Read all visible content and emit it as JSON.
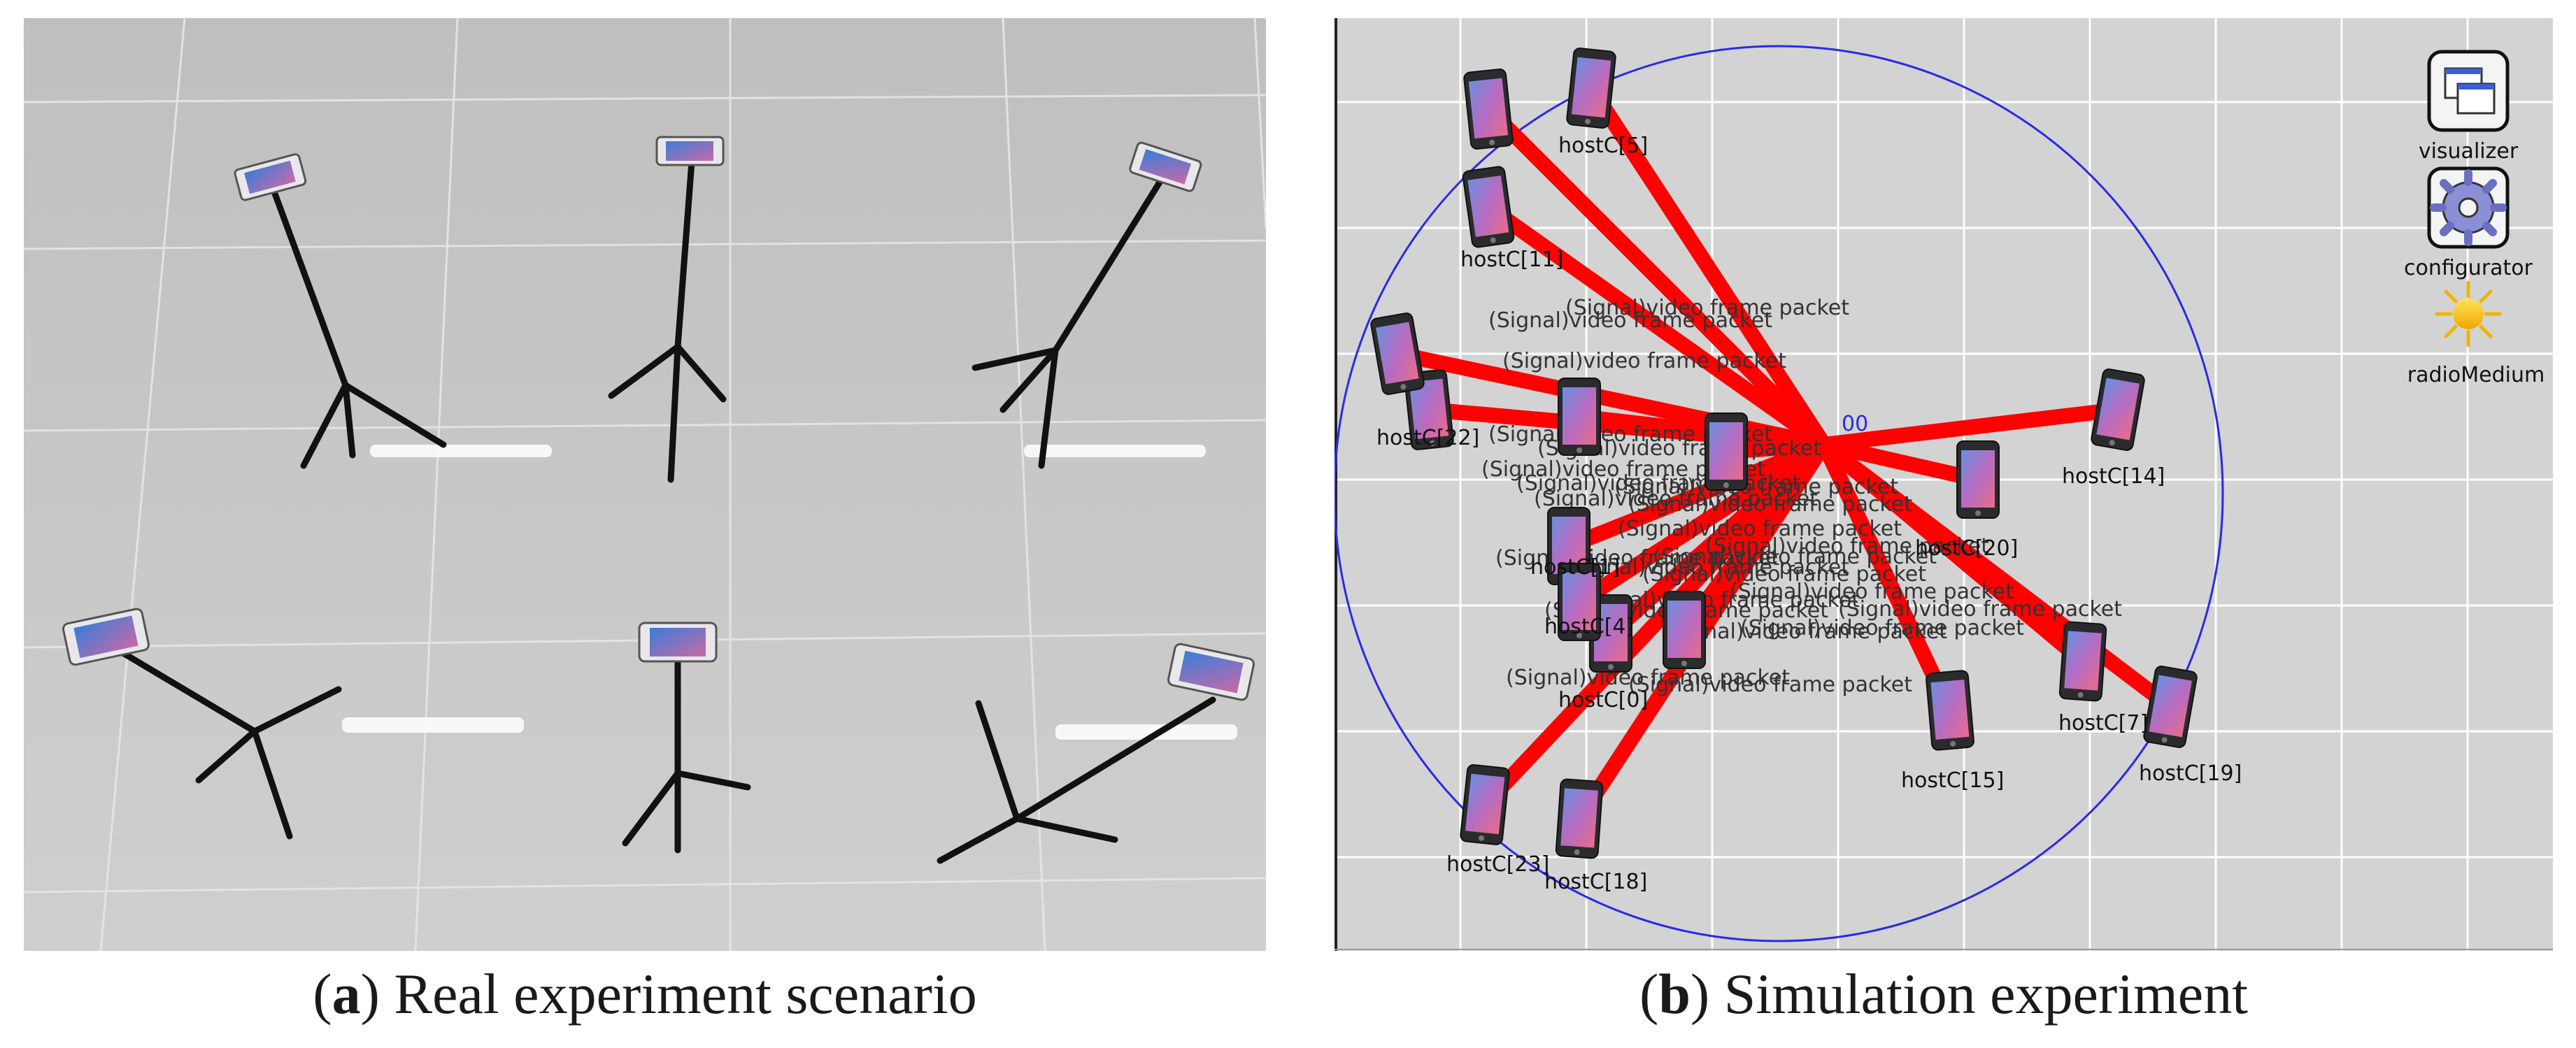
{
  "captions": {
    "a": {
      "letter": "a",
      "text": "Real experiment scenario"
    },
    "b": {
      "letter": "b",
      "text": "Simulation experiment"
    }
  },
  "simulation": {
    "packet_label": "(Signal)video frame packet",
    "range_label": "00",
    "hosts": [
      {
        "id": "h11",
        "label": "hostC[11]"
      },
      {
        "id": "h5",
        "label": "hostC[5]"
      },
      {
        "id": "h22",
        "label": "hostC[22]"
      },
      {
        "id": "h14",
        "label": "hostC[14]"
      },
      {
        "id": "h20",
        "label": "hostC[20]"
      },
      {
        "id": "h7",
        "label": "hostC[7]"
      },
      {
        "id": "h19",
        "label": "hostC[19]"
      },
      {
        "id": "h15",
        "label": "hostC[15]"
      },
      {
        "id": "h23",
        "label": "hostC[23]"
      },
      {
        "id": "h18",
        "label": "hostC[18]"
      },
      {
        "id": "h0",
        "label": "hostC[0]"
      },
      {
        "id": "h1",
        "label": "hostC[1]"
      },
      {
        "id": "h4",
        "label": "hostC[4]"
      }
    ],
    "tools": {
      "visualizer": "visualizer",
      "configurator": "configurator",
      "radio": "radioMedium"
    },
    "colors": {
      "link": "#ff0000",
      "range_circle": "#2a2ae6",
      "dashed": "#1f2fd0",
      "background": "#d3d3d3",
      "grid": "#ffffff"
    }
  }
}
